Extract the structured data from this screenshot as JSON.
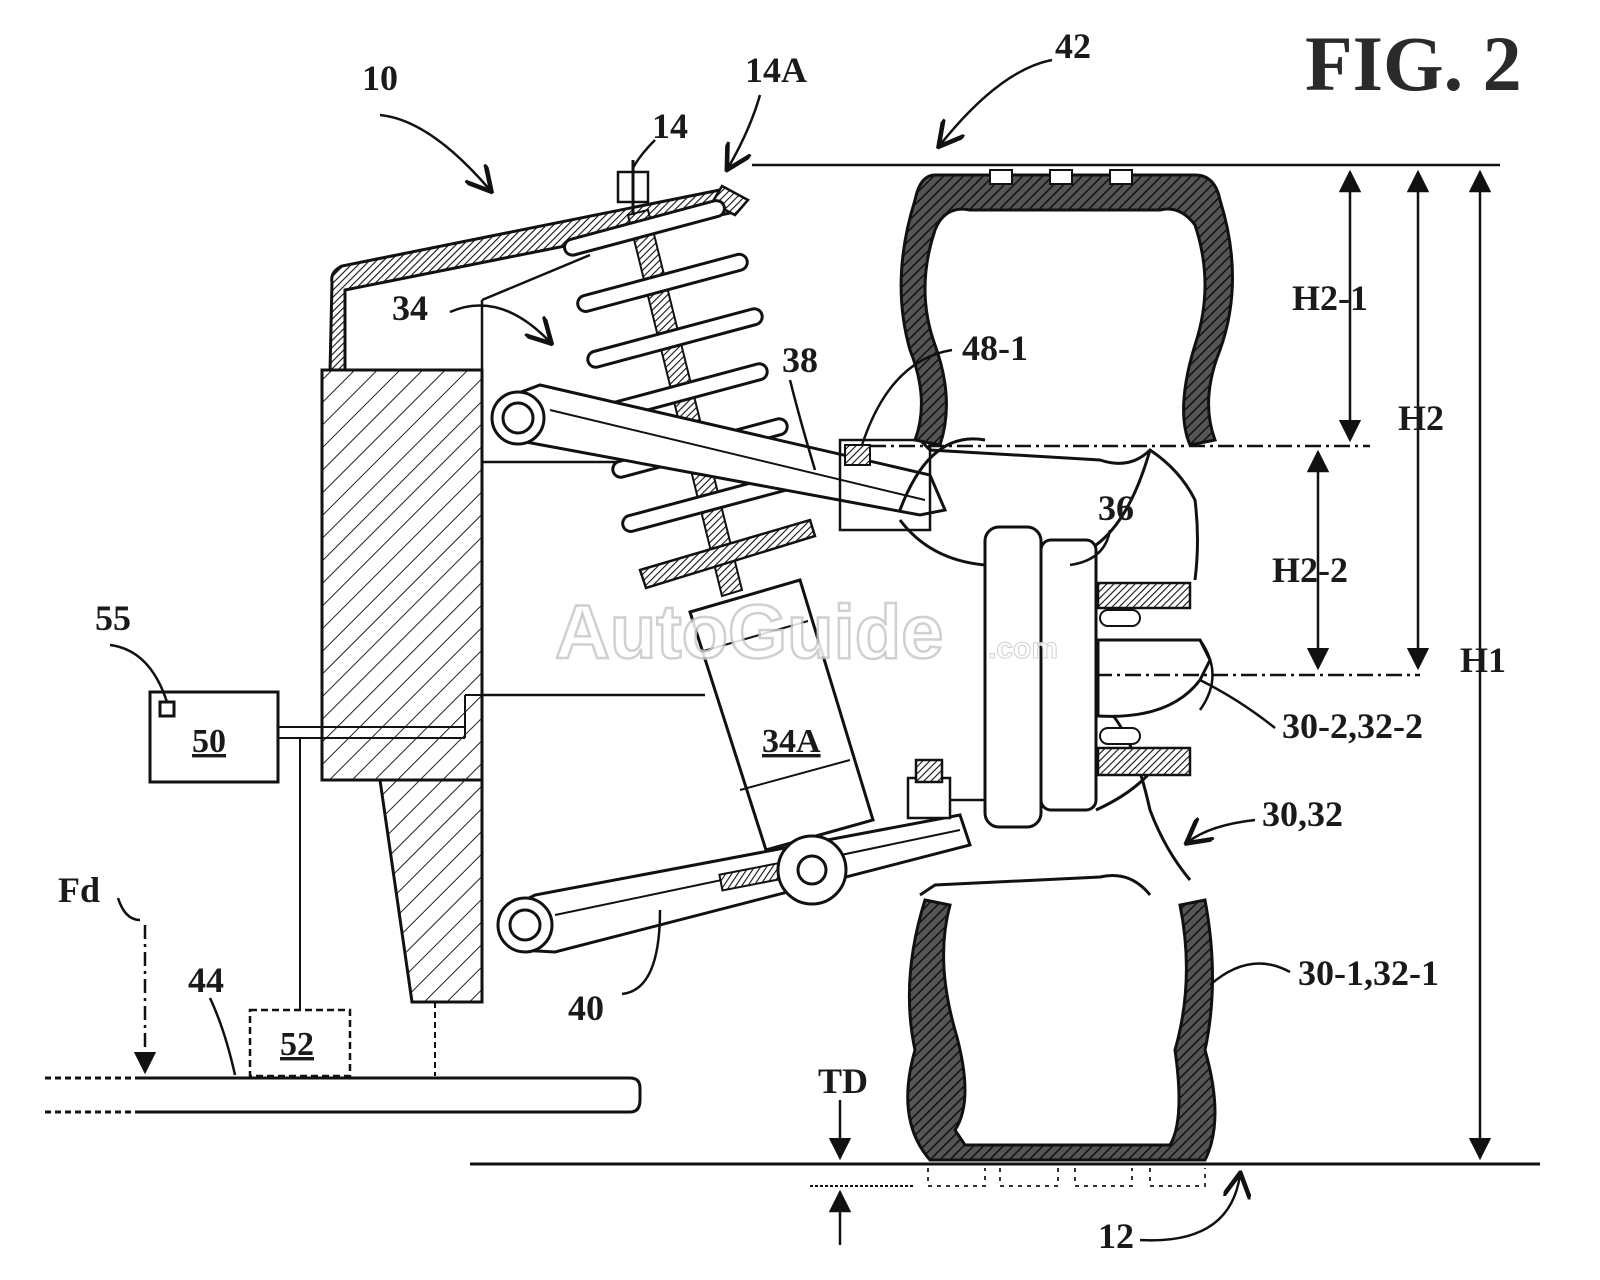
{
  "figure": {
    "title": "FIG. 2",
    "watermark": "AutoGuide",
    "watermark_suffix": ".com"
  },
  "labels": {
    "l10": "10",
    "l14": "14",
    "l14a": "14A",
    "l42": "42",
    "l34": "34",
    "l38": "38",
    "l48_1": "48-1",
    "l36": "36",
    "l55": "55",
    "l50": "50",
    "l34a": "34A",
    "l52": "52",
    "l44": "44",
    "lfd": "Fd",
    "l40": "40",
    "lh2_1": "H2-1",
    "lh2": "H2",
    "lh2_2": "H2-2",
    "lh1": "H1",
    "l30_2": "30-2,32-2",
    "l30_32": "30,32",
    "l30_1": "30-1,32-1",
    "ltd": "TD",
    "l12": "12"
  }
}
